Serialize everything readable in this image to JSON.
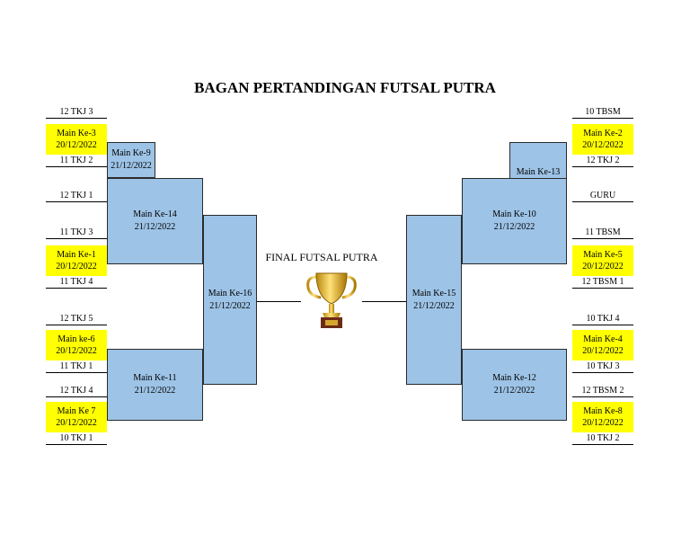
{
  "title": "BAGAN PERTANDINGAN FUTSAL PUTRA",
  "final_label": "FINAL FUTSAL PUTRA",
  "trophy_icon": "trophy-icon",
  "colors": {
    "match": "#ffff00",
    "round": "#9dc3e6"
  },
  "left": {
    "teams": [
      "12 TKJ 3",
      "11 TKJ 2",
      "12 TKJ 1",
      "11 TKJ 3",
      "11 TKJ 4",
      "12 TKJ 5",
      "11 TKJ 1",
      "12 TKJ 4",
      "10 TKJ 1"
    ],
    "first_round": [
      {
        "name": "Main Ke-3",
        "date": "20/12/2022"
      },
      {
        "name": "Main Ke-1",
        "date": "20/12/2022"
      },
      {
        "name": "Main ke-6",
        "date": "20/12/2022"
      },
      {
        "name": "Main Ke 7",
        "date": "20/12/2022"
      }
    ],
    "rounds": [
      {
        "name": "Main Ke-9",
        "date": "21/12/2022"
      },
      {
        "name": "Main Ke-14",
        "date": "21/12/2022"
      },
      {
        "name": "Main Ke-11",
        "date": "21/12/2022"
      },
      {
        "name": "Main Ke-16",
        "date": "21/12/2022"
      }
    ]
  },
  "right": {
    "teams": [
      "10 TBSM",
      "12 TKJ 2",
      "GURU",
      "11 TBSM",
      "12 TBSM 1",
      "10 TKJ 4",
      "10 TKJ 3",
      "12 TBSM 2",
      "10 TKJ 2"
    ],
    "first_round": [
      {
        "name": "Main Ke-2",
        "date": "20/12/2022"
      },
      {
        "name": "Main Ke-5",
        "date": "20/12/2022"
      },
      {
        "name": "Main Ke-4",
        "date": "20/12/2022"
      },
      {
        "name": "Main Ke-8",
        "date": "20/12/2022"
      }
    ],
    "rounds": [
      {
        "name": "Main Ke-13",
        "date": ""
      },
      {
        "name": "Main Ke-10",
        "date": "21/12/2022"
      },
      {
        "name": "Main Ke-12",
        "date": "21/12/2022"
      },
      {
        "name": "Main Ke-15",
        "date": "21/12/2022"
      }
    ]
  }
}
